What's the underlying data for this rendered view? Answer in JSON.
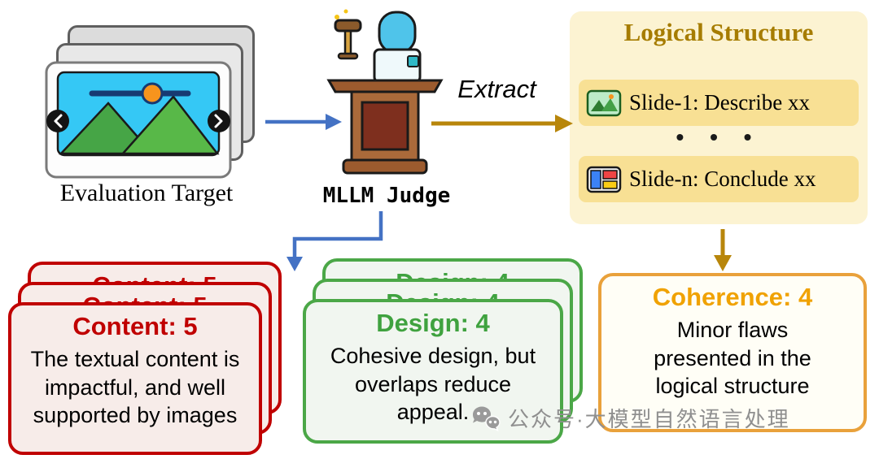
{
  "flow": {
    "evaluation_target_label": "Evaluation Target",
    "mllm_judge_label": "MLLM Judge",
    "extract_label": "Extract"
  },
  "logical_structure": {
    "title": "Logical Structure",
    "dots": "• • •",
    "rows": [
      {
        "icon": "landscape-slide-icon",
        "text": "Slide-1: Describe xx"
      },
      {
        "icon": "layout-slide-icon",
        "text": "Slide-n: Conclude xx"
      }
    ]
  },
  "scores": {
    "content": {
      "title": "Content: 5",
      "body": "The textual content is impactful, and well supported by images"
    },
    "design": {
      "title": "Design: 4",
      "body": "Cohesive design, but overlaps reduce appeal."
    },
    "coherence": {
      "title": "Coherence: 4",
      "body": "Minor flaws presented in the logical structure"
    }
  },
  "colors": {
    "blue_arrow": "#4472C4",
    "gold_arrow": "#B8860B",
    "content_red": "#C00000",
    "design_green": "#3FA23F",
    "coherence_orange": "#F0A202",
    "panel_bg": "#FCF3D2",
    "panel_row_bg": "#F8E094"
  },
  "watermark": {
    "text": "公众号·大模型自然语言处理"
  }
}
